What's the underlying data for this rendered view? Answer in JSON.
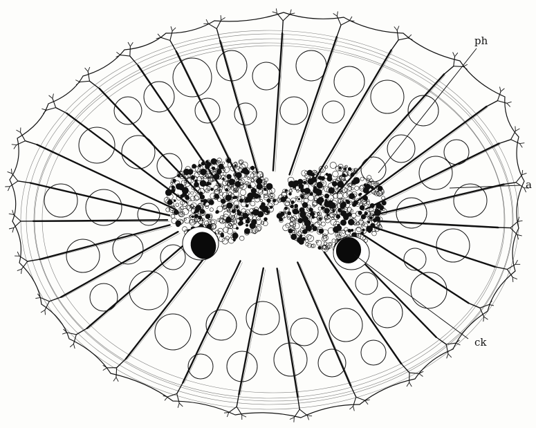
{
  "figure": {
    "labels": {
      "ph": "ph",
      "a": "a",
      "ck": "ck"
    },
    "colors": {
      "ink": "#111111",
      "paper": "#fdfdfb"
    }
  }
}
